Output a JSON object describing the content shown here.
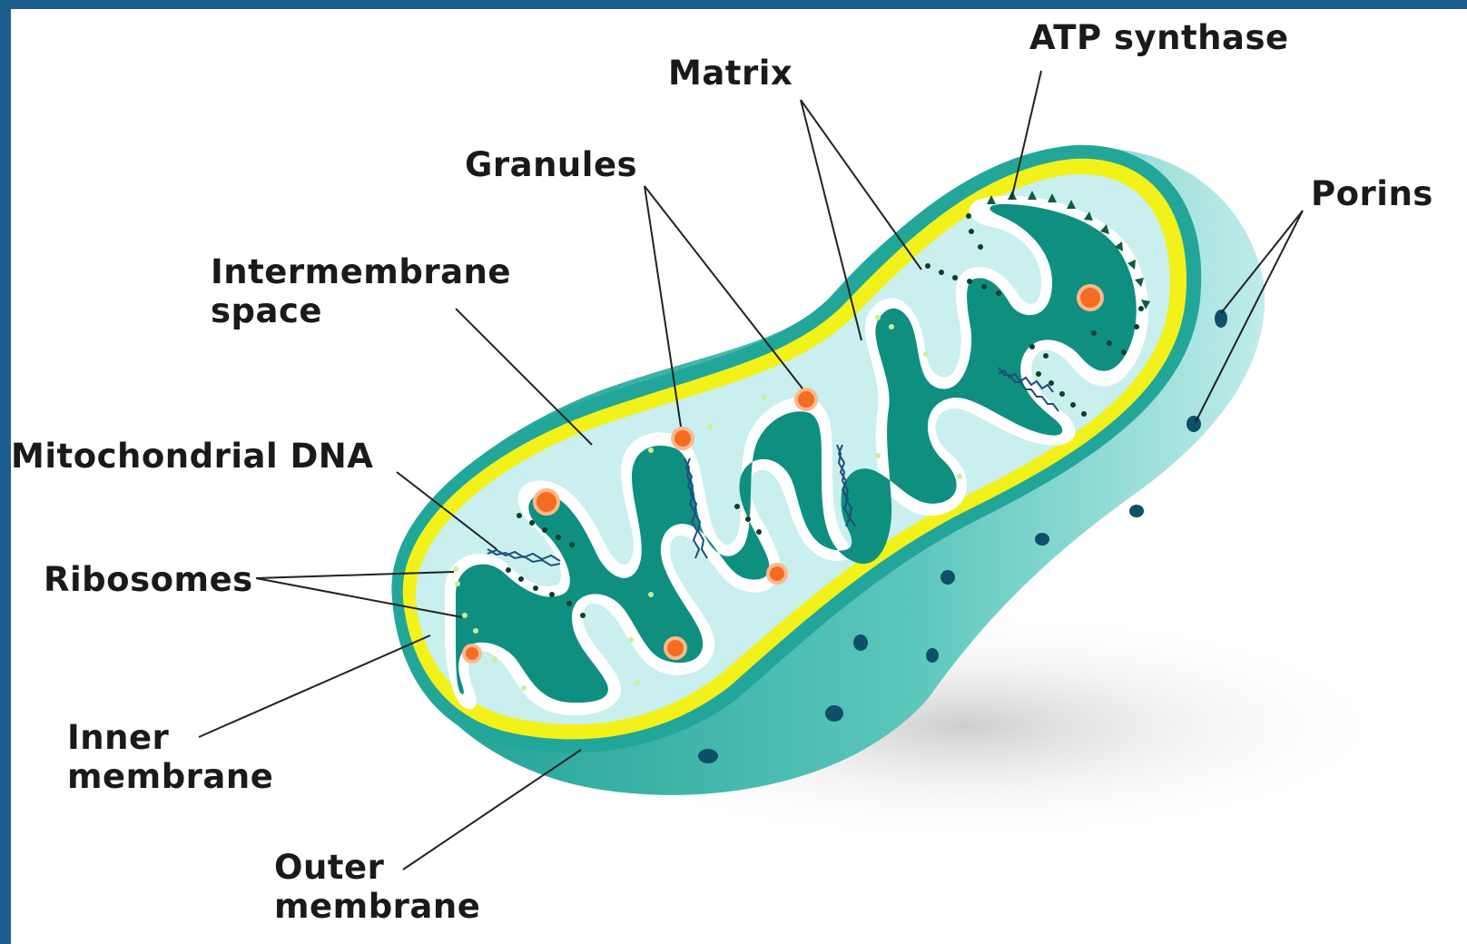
{
  "labels": {
    "atp_synthase": "ATP synthase",
    "matrix": "Matrix",
    "granules": "Granules",
    "porins": "Porins",
    "intermembrane_line1": "Intermembrane",
    "intermembrane_line2": "space",
    "mitochondrial_dna": "Mitochondrial DNA",
    "ribosomes": "Ribosomes",
    "inner_line1": "Inner",
    "inner_line2": "membrane",
    "outer_line1": "Outer",
    "outer_line2": "membrane"
  },
  "colors": {
    "frame": "#1c5e8e",
    "outer_membrane": "#23a69a",
    "outer_dark": "#168a80",
    "inner_yellow": "#f2f21a",
    "intermembrane_space": "#c9efef",
    "matrix": "#0f8f80",
    "granule": "#f36c21",
    "ribosome": "#b8e986",
    "atp": "#0d5e3a"
  }
}
